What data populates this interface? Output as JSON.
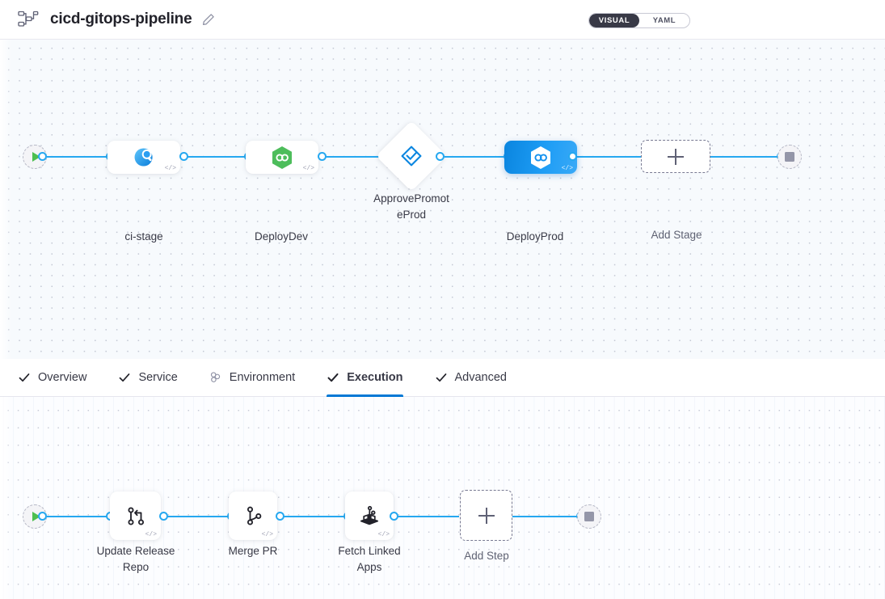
{
  "header": {
    "pipeline_icon": "pipeline-icon",
    "title": "cicd-gitops-pipeline",
    "edit_icon": "edit-pencil-icon",
    "view_toggle": {
      "options": [
        "VISUAL",
        "YAML"
      ],
      "selected": "VISUAL"
    }
  },
  "stage_graph": {
    "start_node": {
      "name": "start-node",
      "icon": "play-icon"
    },
    "end_node": {
      "name": "end-node",
      "icon": "stop-icon"
    },
    "stages": [
      {
        "label": "ci-stage",
        "icon": "ci-build-scan-icon",
        "type": "ci",
        "selected": false,
        "code_badge": "</>"
      },
      {
        "label": "DeployDev",
        "icon": "green-hexagon-deploy-icon",
        "type": "deploy",
        "selected": false,
        "code_badge": "</>"
      },
      {
        "label": "ApprovePromot\neProd",
        "label_line1": "ApprovePromot",
        "label_line2": "eProd",
        "icon": "approval-diamond-check-icon",
        "type": "approval",
        "selected": false
      },
      {
        "label": "DeployProd",
        "icon": "white-hexagon-deploy-icon",
        "type": "deploy",
        "selected": true,
        "code_badge": "</>"
      }
    ],
    "add_stage": {
      "label": "Add Stage",
      "icon": "plus-icon"
    }
  },
  "tabs": [
    {
      "label": "Overview",
      "icon": "check-icon",
      "active": false
    },
    {
      "label": "Service",
      "icon": "check-icon",
      "active": false
    },
    {
      "label": "Environment",
      "icon": "infrastructure-icon",
      "active": false
    },
    {
      "label": "Execution",
      "icon": "check-icon",
      "active": true
    },
    {
      "label": "Advanced",
      "icon": "check-icon",
      "active": false
    }
  ],
  "step_graph": {
    "start_node": {
      "name": "start-node",
      "icon": "play-icon"
    },
    "end_node": {
      "name": "end-node",
      "icon": "stop-icon"
    },
    "steps": [
      {
        "label": "Update Release\nRepo",
        "label_line1": "Update Release",
        "label_line2": "Repo",
        "icon": "git-branch-icon",
        "code_badge": "</>"
      },
      {
        "label": "Merge PR",
        "label_line1": "Merge PR",
        "label_line2": "",
        "icon": "git-pull-request-icon",
        "code_badge": "</>"
      },
      {
        "label": "Fetch Linked\nApps",
        "label_line1": "Fetch Linked",
        "label_line2": "Apps",
        "icon": "harness-deployment-icon",
        "code_badge": "</>"
      }
    ],
    "add_step": {
      "label": "Add Step",
      "icon": "plus-icon"
    }
  },
  "colors": {
    "accent_blue": "#26a8f0",
    "selected_blue": "#1e9df5",
    "tab_active": "#0278d5",
    "play_green": "#4dbf50",
    "stop_gray": "#9496a8",
    "canvas_bg": "#f7fafd",
    "text_dark": "#383946",
    "toggle_dark": "#383946"
  }
}
